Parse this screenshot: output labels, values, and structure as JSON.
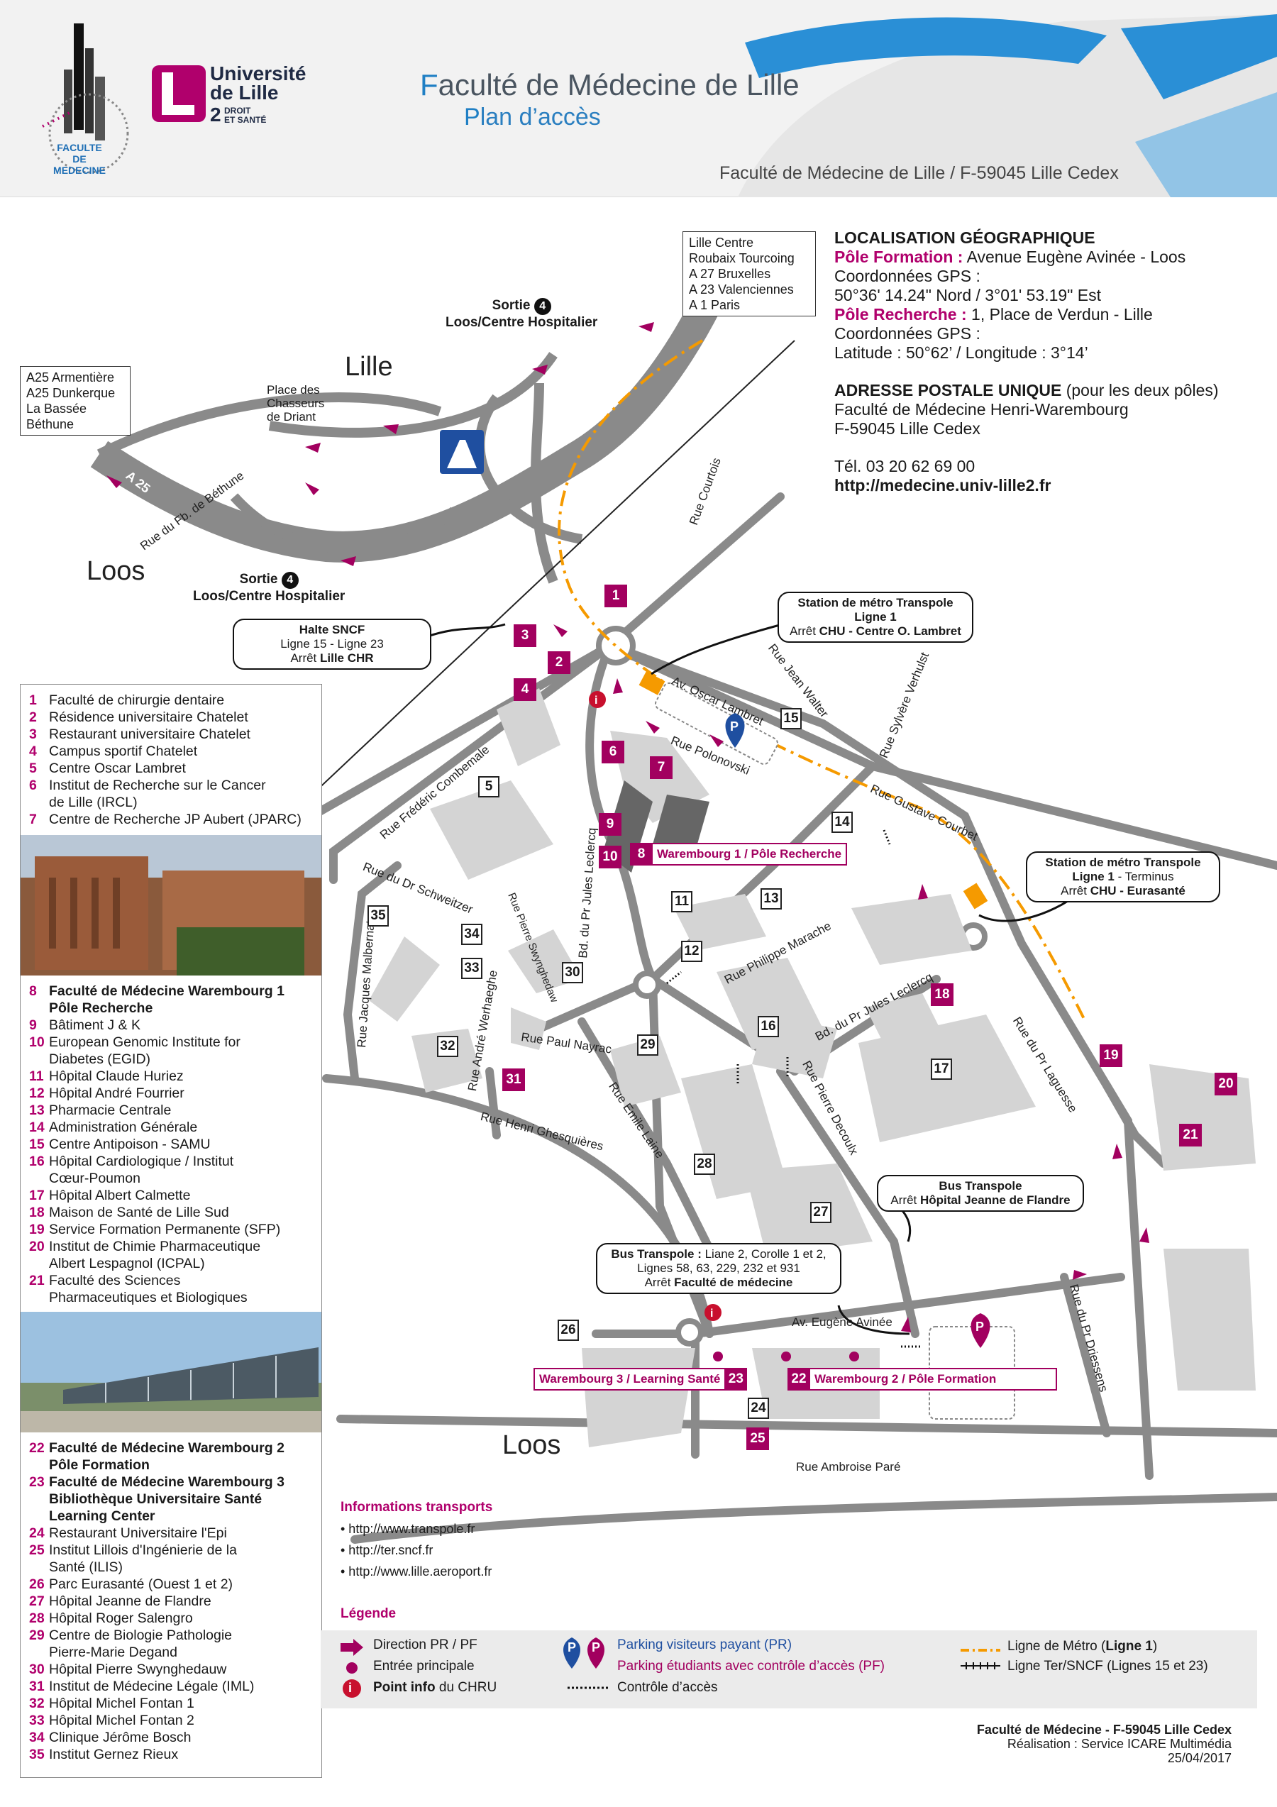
{
  "header": {
    "title_cap": "F",
    "title_rest": "aculté de Médecine de Lille",
    "subtitle_cap": "P",
    "subtitle_rest": "lan d’accès",
    "address": "Faculté de Médecine  de Lille / F-59045 Lille Cedex",
    "ulille_line1": "Université",
    "ulille_line2": "de Lille",
    "ulille_num": "2",
    "ulille_small1": "DROIT",
    "ulille_small2": "ET SANTÉ",
    "fac_line1": "FACULTE",
    "fac_line2": "DE MEDECINE"
  },
  "info": {
    "heading": "LOCALISATION GÉOGRAPHIQUE",
    "pf_label": "Pôle Formation :",
    "pf_value": " Avenue Eugène Avinée - Loos",
    "gps1_label": "Coordonnées GPS :",
    "gps1_value": "50°36' 14.24\" Nord / 3°01' 53.19\" Est",
    "pr_label": "Pôle Recherche :",
    "pr_value": " 1, Place de Verdun - Lille",
    "gps2_label": "Coordonnées GPS :",
    "gps2_value": "Latitude : 50°62’ / Longitude : 3°14’",
    "postal_heading": "ADRESSE POSTALE UNIQUE",
    "postal_note": " (pour les deux pôles)",
    "postal_line1": "Faculté de Médecine Henri-Warembourg",
    "postal_line2": "F-59045 Lille Cedex",
    "tel": "Tél. 03 20 62 69 00",
    "web": "http://medecine.univ-lille2.fr"
  },
  "map_labels": {
    "lille": "Lille",
    "loos_top": "Loos",
    "loos_bottom": "Loos",
    "a25_left": "A 25",
    "a25_right": "A 25",
    "directions_left": [
      "A25 Armentière",
      "A25 Dunkerque",
      "La Bassée",
      "Béthune"
    ],
    "directions_right": [
      "Lille Centre",
      "Roubaix Tourcoing",
      "A 27 Bruxelles",
      "A 23 Valenciennes",
      "A 1 Paris"
    ],
    "place_chasseurs": [
      "Place des",
      "Chasseurs",
      "de Driant"
    ],
    "sortie_top_1": "Sortie",
    "sortie_top_num": "4",
    "sortie_top_2": "Loos/Centre Hospitalier",
    "sortie_bottom_1": "Sortie",
    "sortie_bottom_num": "4",
    "sortie_bottom_2": "Loos/Centre Hospitalier",
    "halte_1": "Halte SNCF",
    "halte_2": "Ligne 15 - Ligne 23",
    "halte_3a": "Arrêt ",
    "halte_3b": "Lille CHR",
    "metro1_1": "Station de métro Transpole",
    "metro1_2": "Ligne 1",
    "metro1_3a": "Arrêt ",
    "metro1_3b": "CHU - Centre O. Lambret",
    "metro2_1": "Station de métro Transpole",
    "metro2_2": "Ligne 1",
    "metro2_2b": " - Terminus",
    "metro2_3a": "Arrêt ",
    "metro2_3b": "CHU - Eurasanté",
    "bus1_1": "Bus Transpole",
    "bus1_2a": "Arrêt ",
    "bus1_2b": "Hôpital Jeanne de Flandre",
    "bus2_1a": "Bus Transpole :",
    "bus2_1b": " Liane 2, Corolle 1 et 2,",
    "bus2_2": "Lignes 58, 63, 229, 232 et 931",
    "bus2_3a": "Arrêt ",
    "bus2_3b": "Faculté de médecine",
    "streets": {
      "fb_bethune": "Rue du Fb. de Béthune",
      "courtois": "Rue Courtois",
      "combemale": "Rue Frédéric Combemale",
      "oscar": "Av. Oscar Lambret",
      "walter": "Rue Jean Walter",
      "verhulst": "Rue Sylvère Verhulst",
      "polonovski": "Rue Polonovski",
      "courbet": "Rue Gustave Courbet",
      "schweitzer": "Rue du Dr Schweitzer",
      "swyng": "Rue Pierre Swynghedaw",
      "leclercq1": "Bd. du Pr Jules Leclercq",
      "malbernat": "Rue Jacques Malbernat",
      "werhaeghe": "Rue André Werhaeghe",
      "nayrac": "Rue Paul Nayrac",
      "marache": "Rue Philippe Marache",
      "leclercq2": "Bd. du Pr Jules Leclercq",
      "decoulx": "Rue Pierre Decoulx",
      "laguesse": "Rue du Pr Laguesse",
      "laine": "Rue Emile Laine",
      "ghesquieres": "Rue Henri Ghesquières",
      "avinee": "Av. Eugène Avinée",
      "driessens": "Rue du Pr Driessens",
      "pare": "Rue Ambroise Paré"
    },
    "label_warembourg1": "Warembourg 1 / Pôle Recherche",
    "label_warembourg2": "Warembourg 2 / Pôle Formation",
    "label_warembourg3": "Warembourg 3 / Learning Santé",
    "num8": "8",
    "num22": "22",
    "num23": "23"
  },
  "legend_1_7": [
    {
      "n": "1",
      "t": "Faculté de chirurgie dentaire"
    },
    {
      "n": "2",
      "t": "Résidence universitaire Chatelet"
    },
    {
      "n": "3",
      "t": "Restaurant universitaire Chatelet"
    },
    {
      "n": "4",
      "t": "Campus sportif Chatelet"
    },
    {
      "n": "5",
      "t": "Centre Oscar Lambret"
    },
    {
      "n": "6",
      "t": "Institut de Recherche sur le Cancer"
    },
    {
      "n": "",
      "t": "de Lille (IRCL)"
    },
    {
      "n": "7",
      "t": "Centre de Recherche JP Aubert (JPARC)"
    }
  ],
  "legend_8_21": [
    {
      "n": "8",
      "t": "Faculté de Médecine Warembourg 1",
      "b": true
    },
    {
      "n": "",
      "t": "Pôle Recherche",
      "b": true
    },
    {
      "n": "9",
      "t": "Bâtiment J & K"
    },
    {
      "n": "10",
      "t": "European Genomic Institute for"
    },
    {
      "n": "",
      "t": "Diabetes (EGID)"
    },
    {
      "n": "11",
      "t": "Hôpital Claude Huriez"
    },
    {
      "n": "12",
      "t": "Hôpital André Fourrier"
    },
    {
      "n": "13",
      "t": "Pharmacie Centrale"
    },
    {
      "n": "14",
      "t": "Administration Générale"
    },
    {
      "n": "15",
      "t": "Centre Antipoison - SAMU"
    },
    {
      "n": "16",
      "t": "Hôpital Cardiologique / Institut"
    },
    {
      "n": "",
      "t": "Cœur-Poumon"
    },
    {
      "n": "17",
      "t": "Hôpital Albert Calmette"
    },
    {
      "n": "18",
      "t": "Maison de Santé de Lille Sud"
    },
    {
      "n": "19",
      "t": "Service Formation Permanente (SFP)"
    },
    {
      "n": "20",
      "t": "Institut de Chimie Pharmaceutique"
    },
    {
      "n": "",
      "t": "Albert Lespagnol (ICPAL)"
    },
    {
      "n": "21",
      "t": "Faculté des Sciences"
    },
    {
      "n": "",
      "t": "Pharmaceutiques et Biologiques"
    }
  ],
  "legend_22_35": [
    {
      "n": "22",
      "t": "Faculté de Médecine Warembourg 2",
      "b": true
    },
    {
      "n": "",
      "t": "Pôle Formation",
      "b": true
    },
    {
      "n": "23",
      "t": "Faculté de Médecine Warembourg 3",
      "b": true
    },
    {
      "n": "",
      "t": "Bibliothèque Universitaire Santé",
      "b": true
    },
    {
      "n": "",
      "t": "Learning Center",
      "b": true
    },
    {
      "n": "24",
      "t": "Restaurant Universitaire l'Epi"
    },
    {
      "n": "25",
      "t": "Institut Lillois d'Ingénierie de la"
    },
    {
      "n": "",
      "t": "Santé (ILIS)"
    },
    {
      "n": "26",
      "t": "Parc Eurasanté (Ouest 1 et 2)"
    },
    {
      "n": "27",
      "t": "Hôpital Jeanne de Flandre"
    },
    {
      "n": "28",
      "t": "Hôpital Roger Salengro"
    },
    {
      "n": "29",
      "t": "Centre de Biologie Pathologie"
    },
    {
      "n": "",
      "t": "Pierre-Marie Degand"
    },
    {
      "n": "30",
      "t": "Hôpital Pierre Swynghedauw"
    },
    {
      "n": "31",
      "t": "Institut de Médecine Légale (IML)"
    },
    {
      "n": "32",
      "t": "Hôpital Michel Fontan 1"
    },
    {
      "n": "33",
      "t": "Hôpital Michel Fontan 2"
    },
    {
      "n": "34",
      "t": "Clinique Jérôme Bosch"
    },
    {
      "n": "35",
      "t": "Institut Gernez Rieux"
    }
  ],
  "transports": {
    "title": "Informations transports",
    "links": [
      "• http://www.transpole.fr",
      "• http://ter.sncf.fr",
      "• http://www.lille.aeroport.fr"
    ]
  },
  "legende": {
    "title": "Légende",
    "direction": "Direction PR / PF",
    "entree": "Entrée principale",
    "point_info_b": "Point info",
    "point_info_r": " du CHRU",
    "parking_pr": "Parking visiteurs payant (PR)",
    "parking_pf": "Parking étudiants avec contrôle d’accès (PF)",
    "controle": "Contrôle d’accès",
    "metro_a": "Ligne de Métro (",
    "metro_b": "Ligne 1",
    "metro_c": ")",
    "ter": "Ligne Ter/SNCF (Lignes 15 et 23)",
    "p_letter": "P",
    "i_letter": "i"
  },
  "footer": {
    "line1": "Faculté de Médecine - F-59045 Lille Cedex",
    "line2": "Réalisation : Service ICARE Multimédia",
    "line3": "25/04/2017"
  },
  "colors": {
    "magenta": "#a2005f",
    "blue": "#1f7fc4",
    "road": "#8a8a8a",
    "building": "#d4d4d4",
    "metro": "#f59a00"
  }
}
